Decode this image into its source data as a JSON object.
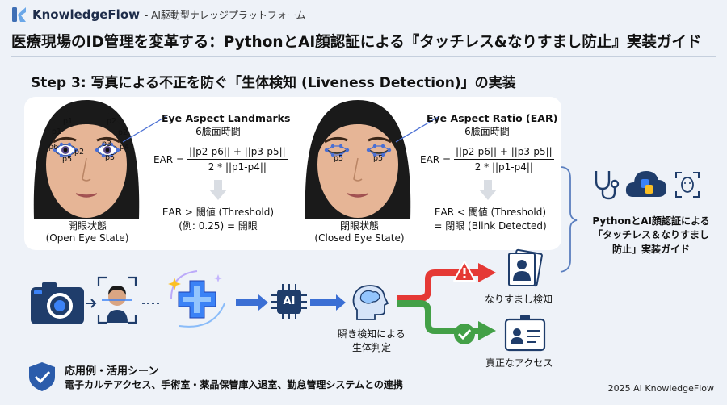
{
  "brand": {
    "name": "KnowledgeFlow",
    "subtitle": "- AI駆動型ナレッジプラットフォーム"
  },
  "title": "医療現場のID管理を変革する：PythonとAI顔認証による『タッチレス&なりすまし防止』実装ガイド",
  "step_title": "Step 3: 写真による不正を防ぐ「生体検知 (Liveness Detection)」の実装",
  "landmark_labels": [
    "p1",
    "p2",
    "p3",
    "p4",
    "p5",
    "p6"
  ],
  "open_panel": {
    "heading": "Eye Aspect Landmarks",
    "subheading": "6臉面時間",
    "formula_lhs": "EAR =",
    "formula_num": "||p2-p6|| + ||p3-p5||",
    "formula_den": "2 * ||p1-p4||",
    "result_line1": "EAR > 閾値 (Threshold)",
    "result_line2": "(例: 0.25) = 開眼",
    "caption_line1": "開眼状態",
    "caption_line2": "(Open Eye State)"
  },
  "closed_panel": {
    "heading": "Eye Aspect Ratio (EAR)",
    "subheading": "6臉面時間",
    "formula_lhs": "EAR =",
    "formula_num": "||p2-p6|| + ||p3-p5||",
    "formula_den": "2 * ||p1-p4||",
    "result_line1": "EAR < 閾値 (Threshold)",
    "result_line2": "= 閉眼 (Blink Detected)",
    "caption_line1": "閉眼状態",
    "caption_line2": "(Closed Eye State)"
  },
  "side_note": {
    "line1": "PythonとAI顔認証による",
    "line2": "「タッチレス＆なりすまし",
    "line3": "防止」実装ガイド"
  },
  "flow": {
    "ai_label": "AI",
    "brain_label_line1": "瞬き検知による",
    "brain_label_line2": "生体判定",
    "spoof_label": "なりすまし検知",
    "genuine_label": "真正なアクセス"
  },
  "use_case": {
    "heading": "応用例・活用シーン",
    "body": "電子カルテアクセス、手術室・薬品保管庫入退室、勤怠管理システムとの連携"
  },
  "footer": "2025 AI KnowledgeFlow",
  "colors": {
    "navy": "#1f3d6b",
    "accent_blue": "#3b82f6",
    "alert_red": "#e53935",
    "ok_green": "#43a047",
    "panel_bg": "#ffffff",
    "page_bg": "#eef2f8"
  }
}
